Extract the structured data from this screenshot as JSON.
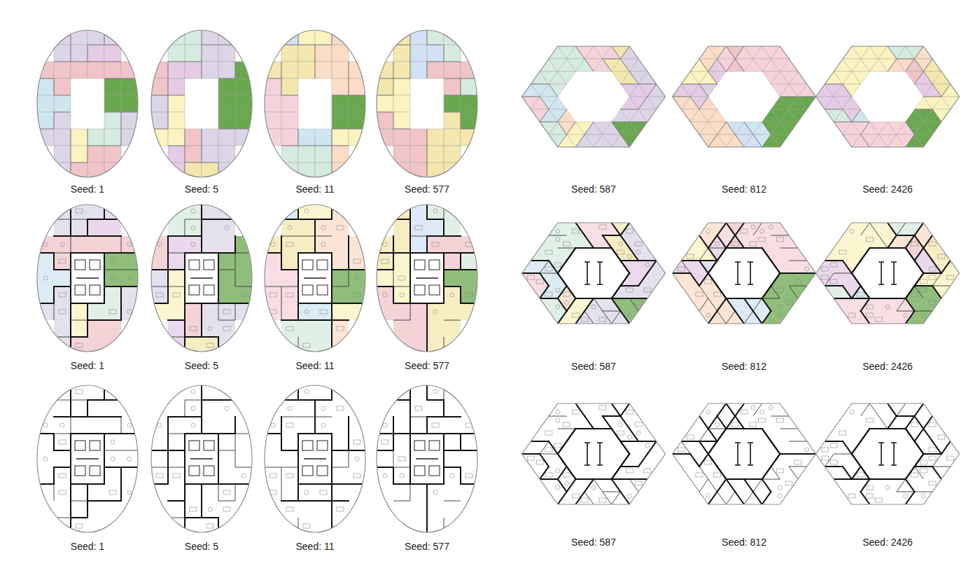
{
  "diagram": {
    "labels": [
      "Seed: 1",
      "Seed: 5",
      "Seed: 11",
      "Seed: 577",
      "Seed: 587",
      "Seed: 812",
      "Seed: 2426",
      "Seed: 1",
      "Seed: 5",
      "Seed: 11",
      "Seed: 577",
      "Seed: 587",
      "Seed: 812",
      "Seed: 2426",
      "Seed: 1",
      "Seed: 5",
      "Seed: 11",
      "Seed: 577",
      "Seed: 587",
      "Seed: 812",
      "Seed: 2426"
    ]
  }
}
